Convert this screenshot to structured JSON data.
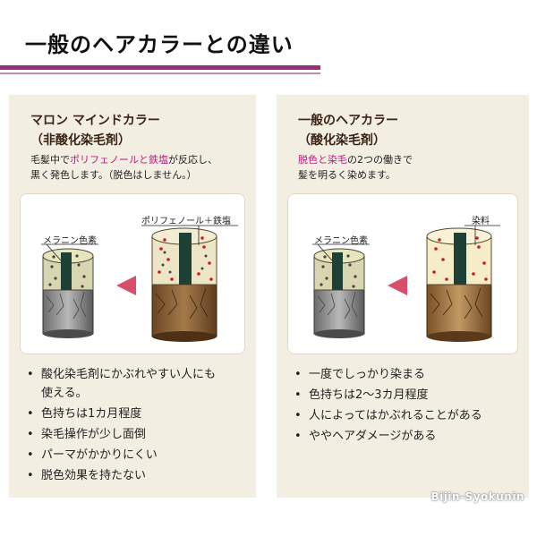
{
  "title": "一般のヘアカラーとの違い",
  "left": {
    "heading_line1": "マロン マインドカラー",
    "heading_line2": "（非酸化染毛剤）",
    "desc_line1_pre": "毛髪中で",
    "desc_line1_highlight": "ポリフェノールと鉄塩",
    "desc_line1_post": "が反応し、",
    "desc_line2": "黒く発色します。（脱色はしません。）",
    "label_before": "メラニン色素",
    "label_after": "ポリフェノール＋鉄塩",
    "bullets": [
      "酸化染毛剤にかぶれやすい人にも",
      "色持ちは1カ月程度",
      "染毛操作が少し面倒",
      "パーマがかかりにくい",
      "脱色効果を持たない"
    ],
    "bullet1_cont": "使える。"
  },
  "right": {
    "heading_line1": "一般のヘアカラー",
    "heading_line2": "（酸化染毛剤）",
    "desc_line1_highlight": "脱色と染毛",
    "desc_line1_post": "の2つの働きで",
    "desc_line2": "髪を明るく染めます。",
    "label_before": "メラニン色素",
    "label_after": "染料",
    "bullets": [
      "一度でしっかり染まる",
      "色持ちは2～3カ月程度",
      "人によってはかぶれることがある",
      "ややヘアダメージがある"
    ]
  },
  "watermark": "Bijin-Syokunin",
  "colors": {
    "accent_line": "#9c2d78",
    "highlight_text": "#c0187f",
    "panel_bg": "#f3eee2",
    "arrow": "#d84f6c"
  }
}
